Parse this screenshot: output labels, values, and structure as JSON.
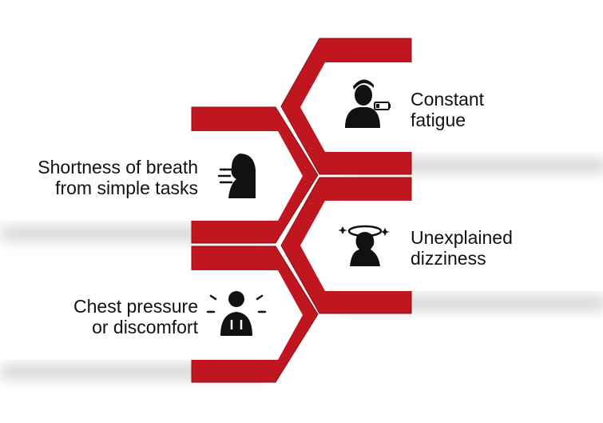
{
  "colors": {
    "accent": "#c0161f",
    "accent_dark": "#8e0f16",
    "card": "#ffffff",
    "text": "#111111",
    "icon": "#111111"
  },
  "symptoms": [
    {
      "id": "fatigue",
      "side": "right",
      "icon": "tired-person-low-battery-icon",
      "line1": "Constant",
      "line2": "fatigue"
    },
    {
      "id": "breath",
      "side": "left",
      "icon": "person-coughing-breath-icon",
      "line1": "Shortness of breath",
      "line2": "from simple tasks"
    },
    {
      "id": "dizziness",
      "side": "right",
      "icon": "dizzy-person-icon",
      "line1": "Unexplained",
      "line2": "dizziness"
    },
    {
      "id": "chest",
      "side": "left",
      "icon": "chest-pain-person-icon",
      "line1": "Chest pressure",
      "line2": "or discomfort"
    }
  ]
}
